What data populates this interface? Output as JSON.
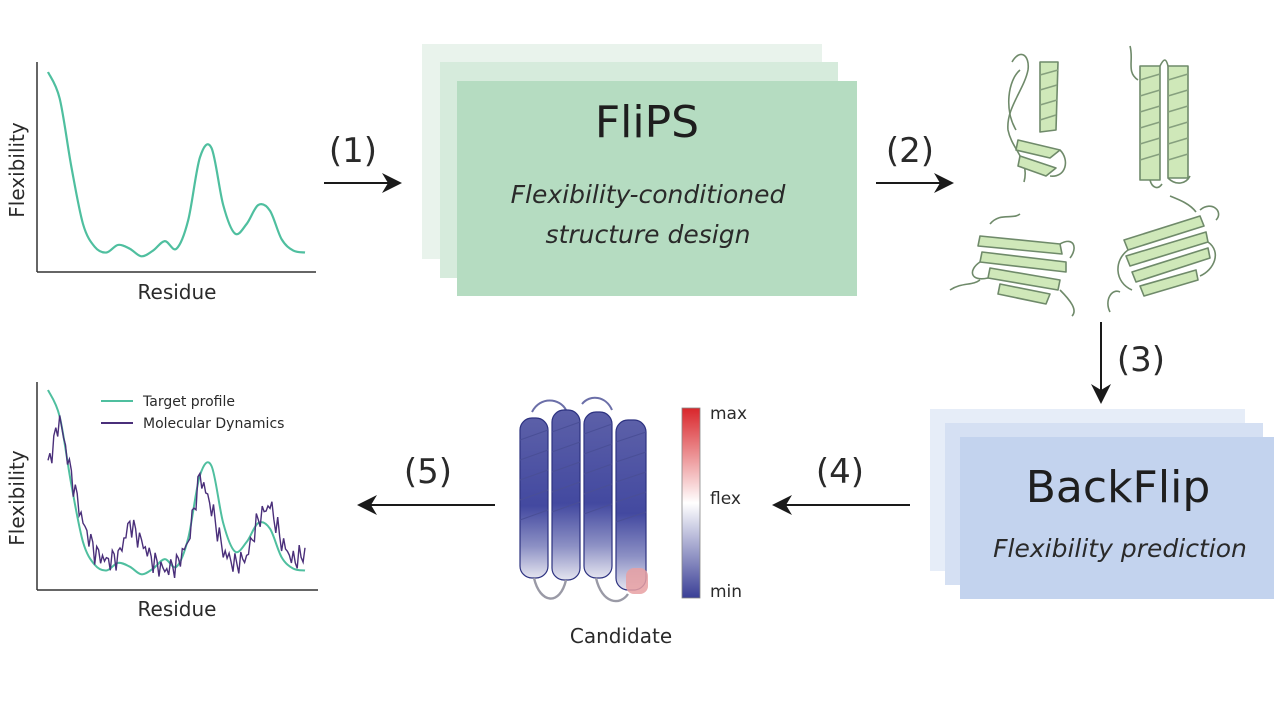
{
  "flips": {
    "title": "FliPS",
    "subtitle_line1": "Flexibility-conditioned",
    "subtitle_line2": "structure design",
    "color": "#b5dcc1"
  },
  "backflip": {
    "title": "BackFlip",
    "subtitle": "Flexibility prediction",
    "color": "#c3d3ee"
  },
  "steps": [
    "(1)",
    "(2)",
    "(3)",
    "(4)",
    "(5)"
  ],
  "input_plot": {
    "ylabel": "Flexibility",
    "xlabel": "Residue",
    "line_color": "#4fbf9f"
  },
  "output_plot": {
    "ylabel": "Flexibility",
    "xlabel": "Residue",
    "legend": [
      "Target profile",
      "Molecular Dynamics"
    ],
    "target_color": "#4fbf9f",
    "md_color": "#4a2f7a"
  },
  "candidate": {
    "label": "Candidate",
    "colorbar": {
      "max": "max",
      "mid": "flex",
      "min": "min"
    },
    "colors": {
      "max": "#d9262b",
      "mid": "#ffffff",
      "min": "#3a3f96"
    }
  },
  "chart_data": [
    {
      "type": "line",
      "xlabel": "Residue",
      "ylabel": "Flexibility",
      "series": [
        {
          "values": [
            1.0,
            0.86,
            0.5,
            0.2,
            0.08,
            0.05,
            0.09,
            0.07,
            0.03,
            0.06,
            0.11,
            0.07,
            0.22,
            0.55,
            0.6,
            0.3,
            0.15,
            0.2,
            0.3,
            0.27,
            0.12,
            0.06,
            0.05
          ]
        }
      ]
    },
    {
      "type": "line",
      "xlabel": "Residue",
      "ylabel": "Flexibility",
      "series": [
        {
          "name": "Target profile",
          "values": [
            1.0,
            0.86,
            0.5,
            0.2,
            0.08,
            0.05,
            0.09,
            0.07,
            0.03,
            0.06,
            0.11,
            0.07,
            0.22,
            0.55,
            0.6,
            0.3,
            0.15,
            0.2,
            0.3,
            0.27,
            0.12,
            0.06,
            0.05
          ]
        },
        {
          "name": "Molecular Dynamics",
          "values": [
            0.6,
            0.85,
            0.55,
            0.3,
            0.15,
            0.1,
            0.12,
            0.3,
            0.2,
            0.1,
            0.05,
            0.08,
            0.2,
            0.55,
            0.38,
            0.15,
            0.08,
            0.12,
            0.32,
            0.4,
            0.2,
            0.1,
            0.14
          ]
        }
      ]
    }
  ]
}
